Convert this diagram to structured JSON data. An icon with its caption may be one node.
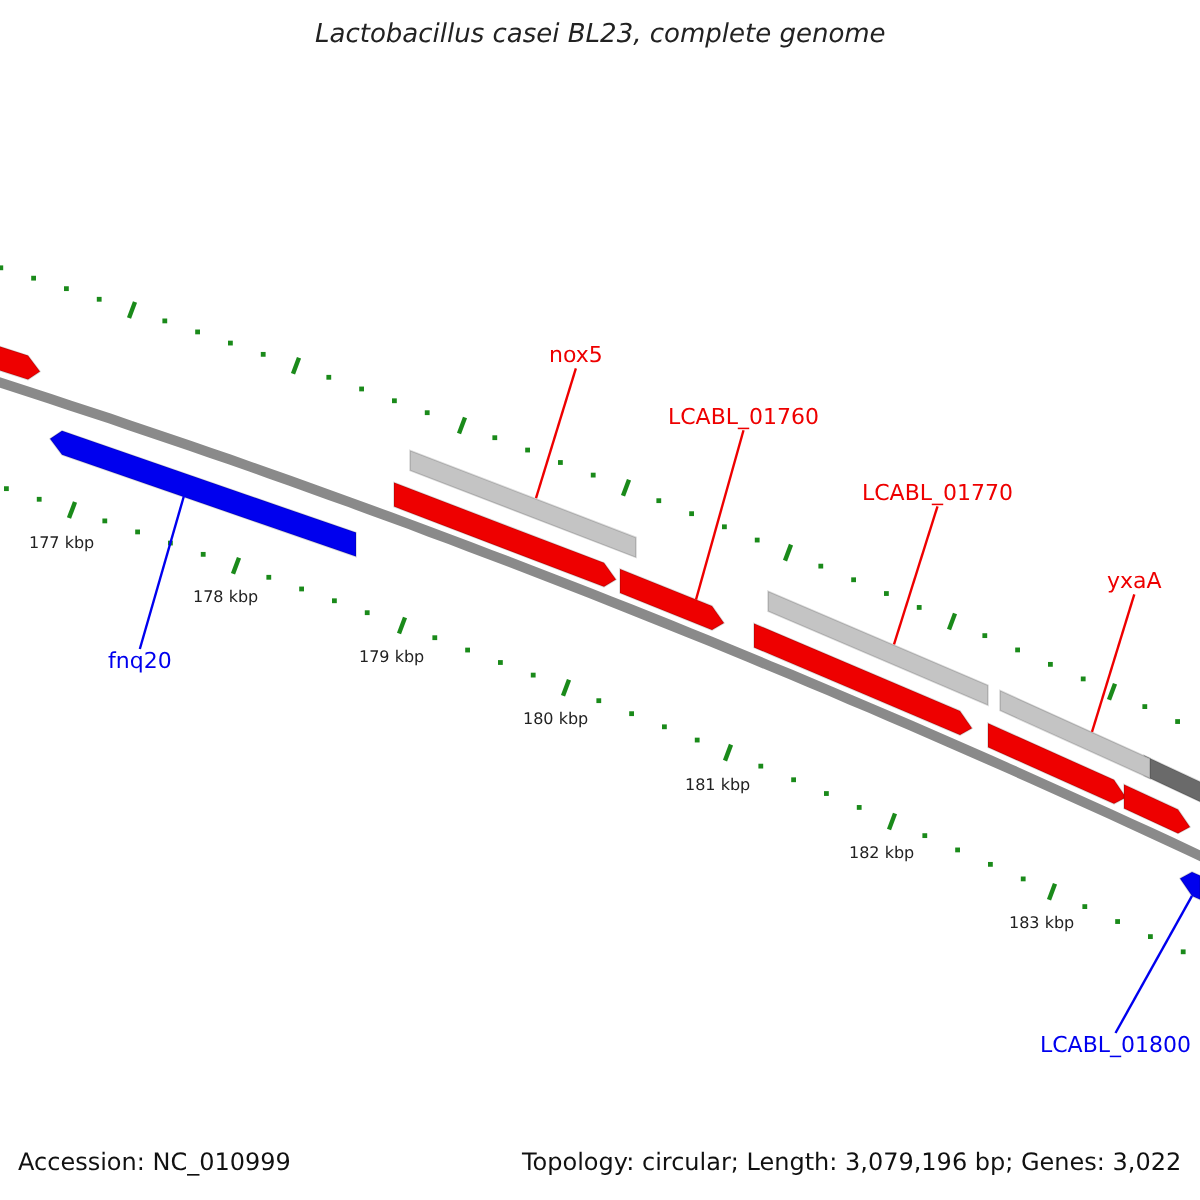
{
  "diagram": {
    "title": "Lactobacillus casei BL23, complete genome",
    "nodes": [
      {
        "text": [
          "fnq20"
        ]
      },
      {
        "text": [],
        "shape": "bar"
      },
      {
        "text": [
          "nox5"
        ]
      },
      {
        "text": [],
        "shape": "bar"
      },
      {
        "text": [
          "LCABL_01760"
        ]
      },
      {
        "text": [],
        "shape": "bar"
      },
      {
        "text": [
          "LCABL_01770"
        ]
      },
      {
        "text": [],
        "shape": "bar"
      },
      {
        "text": [
          "yxaA"
        ]
      },
      {
        "text": [],
        "shape": "bar"
      },
      {
        "text": [
          "LCABL_01800"
        ]
      },
      {
        "text": [],
        "shape": "bar"
      }
    ],
    "edges": [
      {
        "from": 0,
        "to": 1,
        "arrow": "none",
        "color": "#0000ee"
      },
      {
        "from": 2,
        "to": 3,
        "arrow": "none"
      },
      {
        "from": 4,
        "to": 5,
        "arrow": "none"
      },
      {
        "from": 6,
        "to": 7,
        "arrow": "none"
      },
      {
        "from": 8,
        "to": 9,
        "arrow": "none"
      },
      {
        "from": 10,
        "to": 11,
        "arrow": "none",
        "color": "#0000ee"
      }
    ],
    "labels": [
      "177 kbp",
      "178 kbp",
      "179 kbp",
      "180 kbp",
      "181 kbp",
      "182 kbp",
      "183 kbp",
      "Accession: NC_010999",
      "Topology: circular; Length: 3,079,196 bp; Genes: 3,022"
    ]
  }
}
